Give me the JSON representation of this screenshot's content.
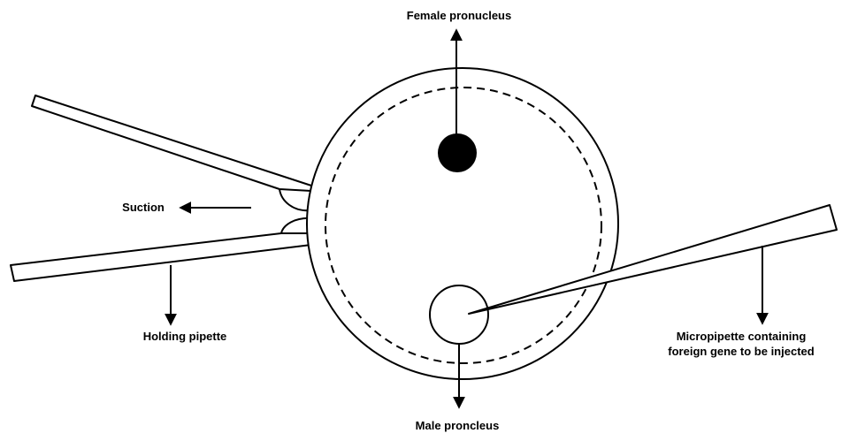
{
  "diagram": {
    "labels": {
      "female_pronucleus": "Female pronucleus",
      "suction": "Suction",
      "holding_pipette": "Holding pipette",
      "micropipette_line1": "Micropipette containing",
      "micropipette_line2": "foreign gene to be injected",
      "male_pronucleus": "Male proncleus"
    }
  }
}
